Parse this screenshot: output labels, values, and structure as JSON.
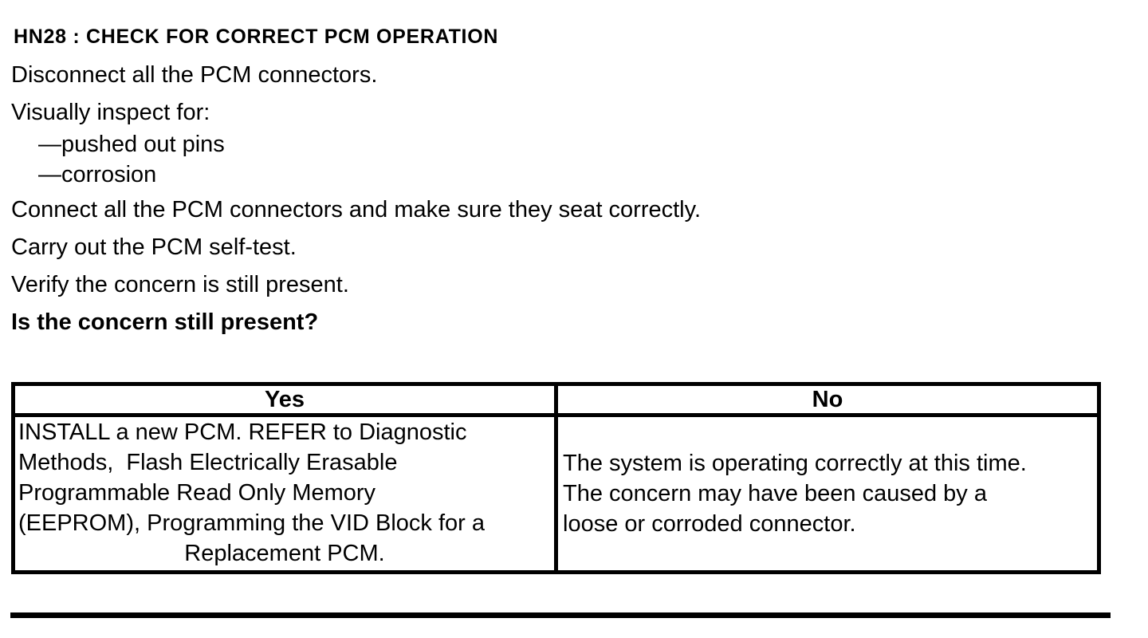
{
  "document": {
    "heading": "HN28 : CHECK FOR CORRECT PCM OPERATION",
    "steps": {
      "disconnect": "Disconnect all the PCM connectors.",
      "inspect": "Visually inspect for:",
      "bullet_pins": "—pushed out pins",
      "bullet_corrosion": "—corrosion",
      "connect": "Connect all the PCM connectors and make sure they seat correctly.",
      "selftest": "Carry out the PCM self-test.",
      "verify": "Verify the concern is still present.",
      "question": "Is the concern still present?"
    },
    "decision_table": {
      "yes_header": "Yes",
      "no_header": "No",
      "yes_lines": [
        "INSTALL a new PCM. REFER to Diagnostic",
        "Methods,  Flash Electrically Erasable",
        "Programmable Read Only Memory",
        "(EEPROM), Programming the VID Block for a",
        "Replacement PCM."
      ],
      "no_lines": [
        "The system is operating correctly at this time.",
        "The concern may have been caused by a",
        "loose or corroded connector."
      ]
    },
    "colors": {
      "text": "#000000",
      "background": "#ffffff",
      "border": "#000000"
    }
  }
}
